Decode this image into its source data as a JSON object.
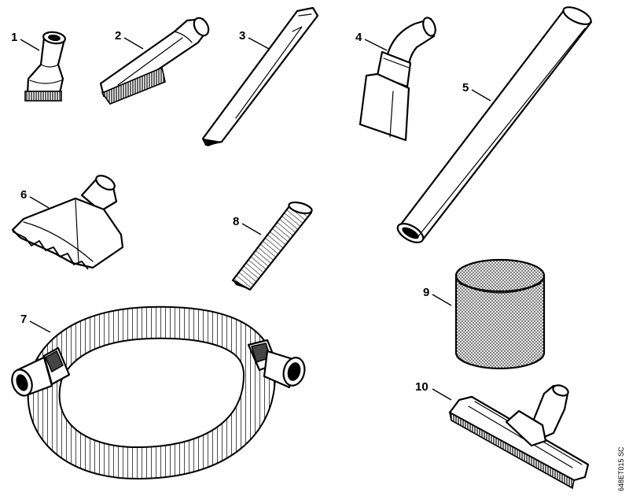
{
  "figure_code": "648ET015 SC",
  "parts": [
    {
      "number": "1",
      "icon": "upholstery-brush-nozzle-icon"
    },
    {
      "number": "2",
      "icon": "scrub-brush-nozzle-icon"
    },
    {
      "number": "3",
      "icon": "crevice-nozzle-icon"
    },
    {
      "number": "4",
      "icon": "angled-upholstery-nozzle-icon"
    },
    {
      "number": "5",
      "icon": "extension-tube-icon"
    },
    {
      "number": "6",
      "icon": "squeegee-nozzle-icon"
    },
    {
      "number": "7",
      "icon": "suction-hose-icon"
    },
    {
      "number": "8",
      "icon": "ribbed-crevice-tool-icon"
    },
    {
      "number": "9",
      "icon": "filter-sleeve-icon"
    },
    {
      "number": "10",
      "icon": "floor-nozzle-icon"
    }
  ]
}
